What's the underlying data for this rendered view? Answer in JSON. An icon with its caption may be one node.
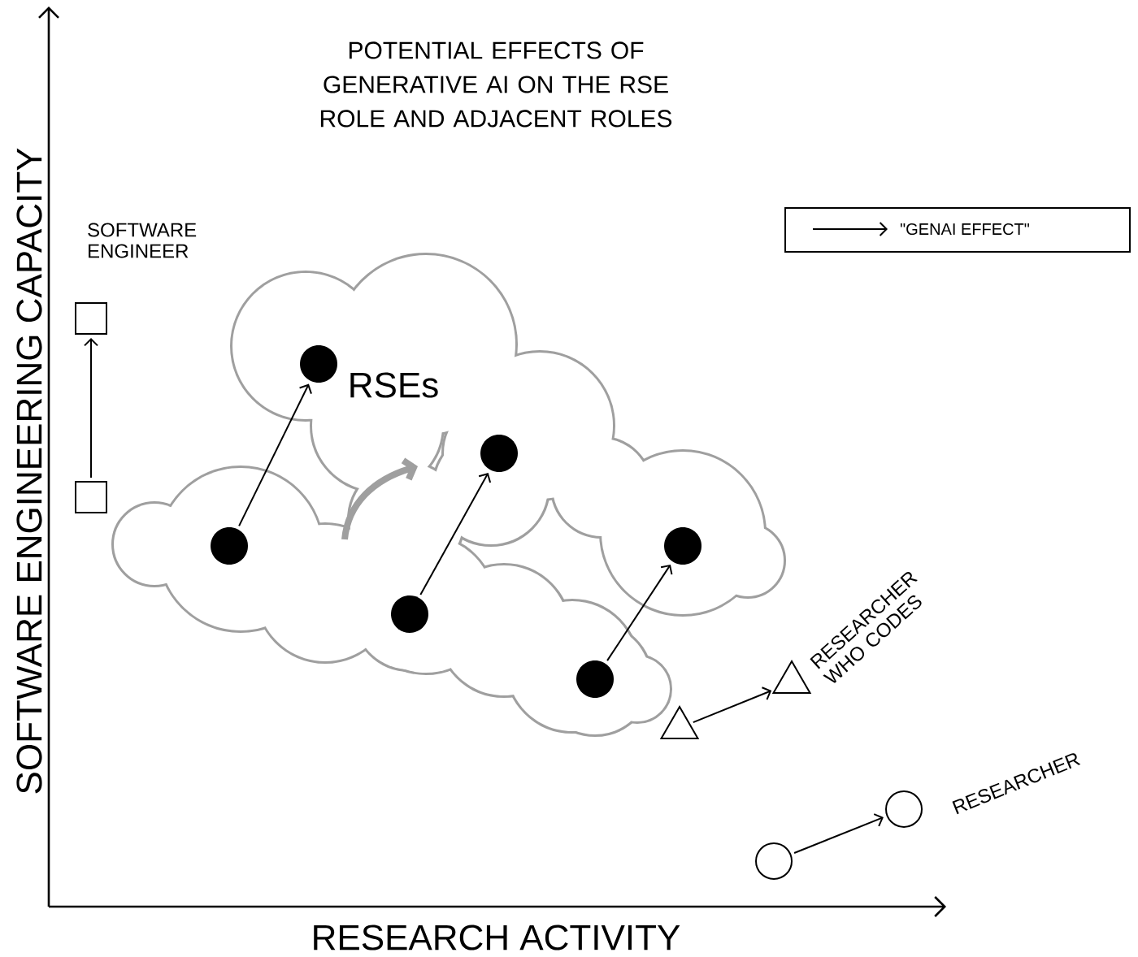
{
  "diagram": {
    "title": "POTENTIAL EFFECTS OF GENERATIVE AI ON THE RSE ROLE AND ADJACENT ROLES",
    "nodes": [
      {
        "text": [
          "RSEs"
        ]
      },
      {
        "text": [],
        "shape": "dot",
        "in": 0
      },
      {
        "text": [],
        "shape": "dot",
        "in": 0
      },
      {
        "text": [],
        "shape": "dot",
        "in": 0
      },
      {
        "text": [],
        "shape": "dot",
        "in": 0
      },
      {
        "text": [],
        "shape": "dot",
        "in": 0
      },
      {
        "text": [],
        "shape": "dot",
        "in": 0
      },
      {
        "text": [],
        "shape": "box"
      },
      {
        "text": [],
        "shape": "box",
        "beside": [
          "SOFTWARE ENGINEER"
        ]
      },
      {
        "text": [],
        "shape": "triangle"
      },
      {
        "text": [],
        "shape": "triangle",
        "beside": [
          "RESEARCHER WHO CODES"
        ]
      },
      {
        "text": [],
        "shape": "circle"
      },
      {
        "text": [],
        "shape": "circle",
        "beside": [
          "RESEARCHER"
        ]
      }
    ],
    "edges": [
      {
        "from": 1,
        "to": 2,
        "arrow": "to"
      },
      {
        "from": 3,
        "to": 4,
        "arrow": "to"
      },
      {
        "from": 5,
        "to": 6,
        "arrow": "to"
      },
      {
        "from": 7,
        "to": 8,
        "arrow": "to"
      },
      {
        "from": 9,
        "to": 10,
        "arrow": "to"
      },
      {
        "from": 11,
        "to": 12,
        "arrow": "to"
      }
    ],
    "labels": [
      "SOFTWARE ENGINEERING CAPACITY",
      "RESEARCH ACTIVITY"
    ],
    "legend": [
      {
        "text": "\"GENAI EFFECT\""
      }
    ]
  }
}
